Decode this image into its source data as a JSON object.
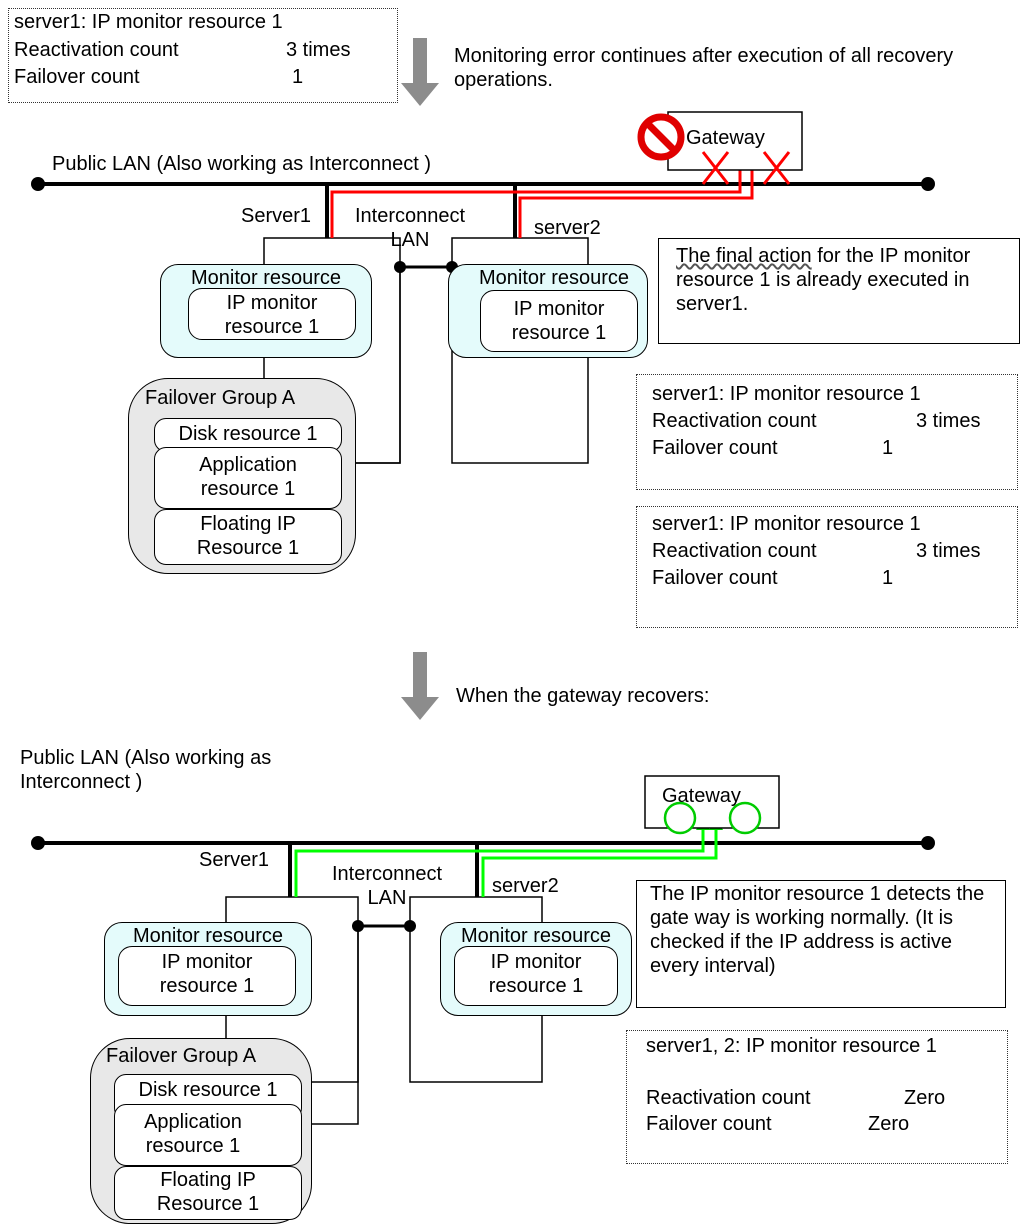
{
  "top": {
    "status_box": {
      "title": "server1: IP monitor resource 1",
      "row1_label": "Reactivation count",
      "row1_value": "3 times",
      "row2_label": "Failover count",
      "row2_value": "1"
    },
    "transition_text": "Monitoring error continues after execution of all recovery operations.",
    "gateway_label": "Gateway",
    "public_lan_label": "Public LAN (Also working as Interconnect )",
    "server1_label": "Server1",
    "server2_label": "server2",
    "interconnect_label": "Interconnect LAN",
    "monitor_resource_label": "Monitor resource",
    "ip_monitor_label": "IP monitor resource 1",
    "failover_group_label": "Failover Group A",
    "disk_resource_label": "Disk resource 1",
    "application_resource_label": "Application resource 1",
    "floating_ip_label": "Floating IP Resource 1",
    "note_underlined": "The final action",
    "note_rest": " for the IP monitor resource 1 is already executed in server1.",
    "status_box2": {
      "title": "server1: IP monitor resource 1",
      "row1_label": "Reactivation count",
      "row1_value": "3 times",
      "row2_label": "Failover count",
      "row2_value": "1"
    },
    "status_box3": {
      "title": "server1: IP monitor resource 1",
      "row1_label": "Reactivation count",
      "row1_value": "3 times",
      "row2_label": "Failover count",
      "row2_value": "1"
    }
  },
  "bottom": {
    "transition_text": "When the gateway recovers:",
    "public_lan_label": "Public LAN (Also working as Interconnect )",
    "gateway_label": "Gateway",
    "server1_label": "Server1",
    "server2_label": "server2",
    "interconnect_label": "Interconnect LAN",
    "monitor_resource_label": "Monitor resource",
    "ip_monitor_label": "IP monitor resource 1",
    "failover_group_label": "Failover Group A",
    "disk_resource_label": "Disk resource 1",
    "application_resource_label": "Application resource 1",
    "floating_ip_label": "Floating IP Resource 1",
    "note": "The IP monitor resource 1 detects the gate way is working normally. (It is checked if the IP address is active every interval)",
    "status_box": {
      "title": "server1, 2: IP monitor resource 1",
      "row1_label": "Reactivation count",
      "row1_value": "Zero",
      "row2_label": "Failover count",
      "row2_value": "Zero"
    }
  },
  "colors": {
    "error_path": "#ff0000",
    "ok_path": "#00ff00",
    "monitor_fill": "#e4fbfb",
    "group_fill": "#e8e8e8",
    "arrow": "#8c8c8c"
  }
}
